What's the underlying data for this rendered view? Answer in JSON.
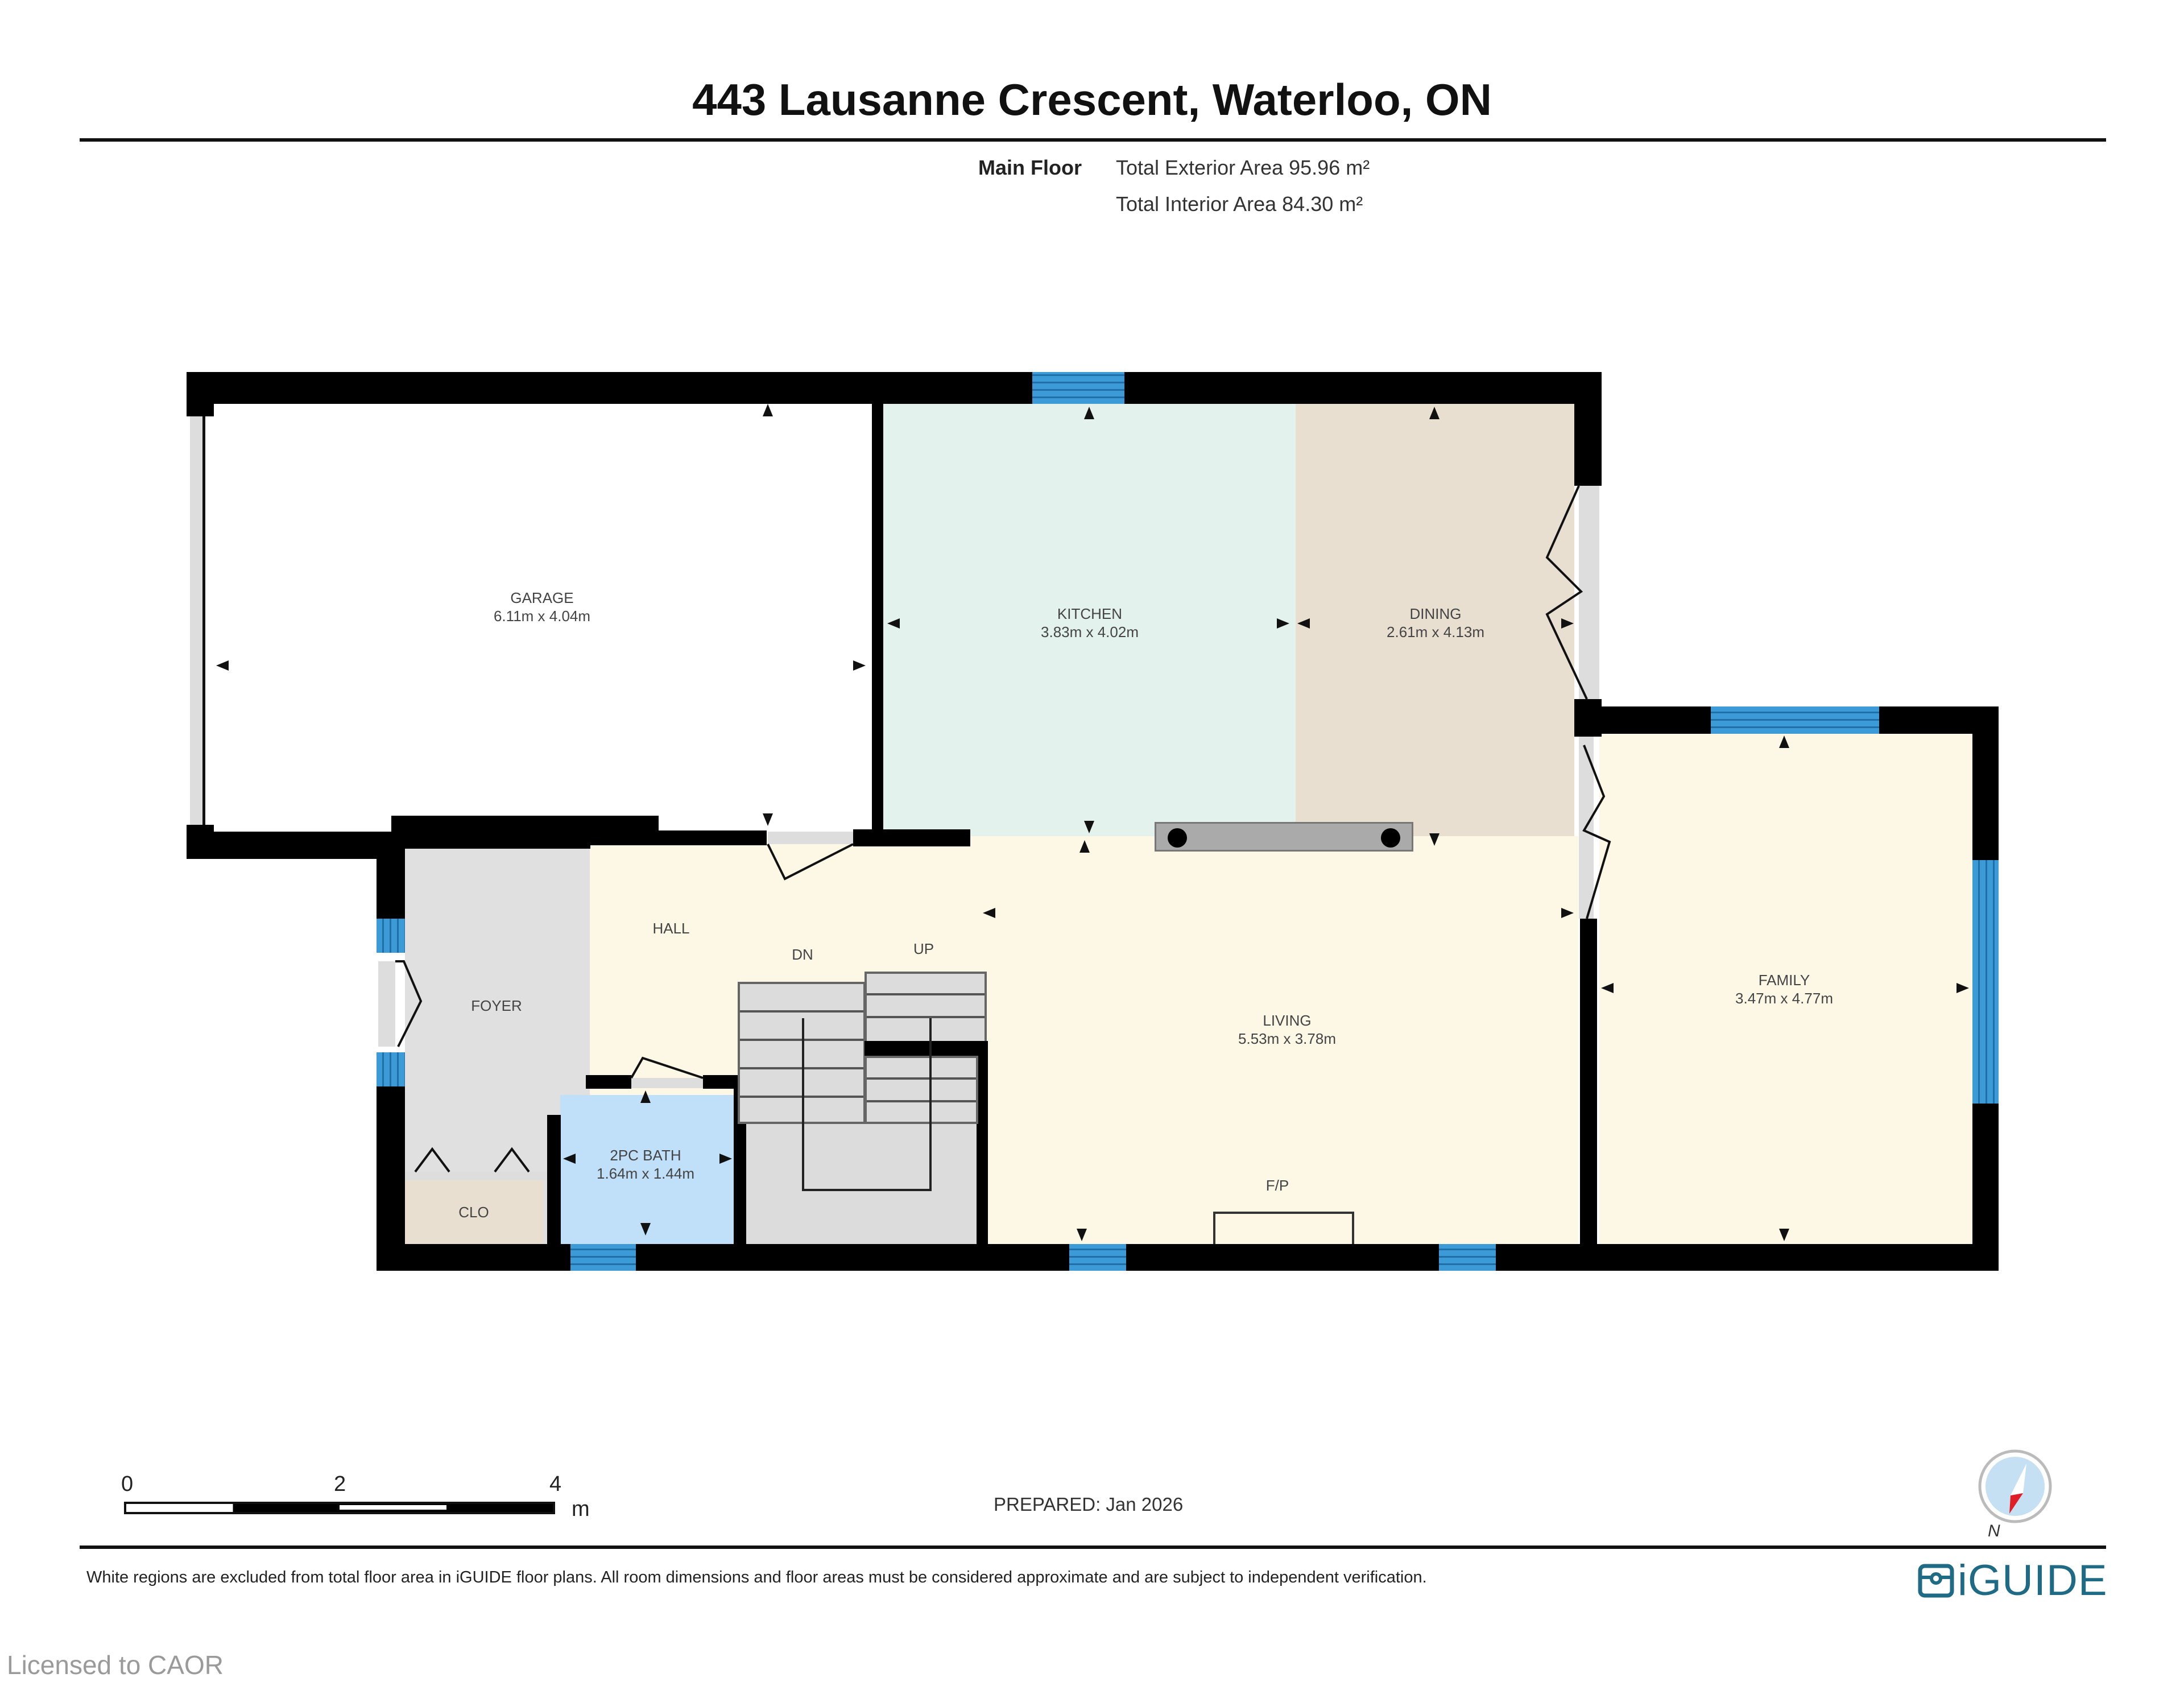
{
  "header": {
    "title": "443 Lausanne Crescent, Waterloo, ON",
    "floor_label": "Main Floor",
    "exterior_area": "Total Exterior Area 95.96 m²",
    "interior_area": "Total Interior Area 84.30 m²"
  },
  "rooms": [
    {
      "name": "GARAGE",
      "dims": "6.11m x 4.04m",
      "color": "#ffffff"
    },
    {
      "name": "KITCHEN",
      "dims": "3.83m x 4.02m",
      "color": "#e3f2ec"
    },
    {
      "name": "DINING",
      "dims": "2.61m x 4.13m",
      "color": "#e8dfd0"
    },
    {
      "name": "HALL",
      "dims": "",
      "color": "#fdf8e6"
    },
    {
      "name": "FOYER",
      "dims": "",
      "color": "#e0e0e0"
    },
    {
      "name": "LIVING",
      "dims": "5.53m x 3.78m",
      "color": "#fdf8e6"
    },
    {
      "name": "FAMILY",
      "dims": "3.47m x 4.77m",
      "color": "#fdf8e6"
    },
    {
      "name": "2PC BATH",
      "dims": "1.64m x 1.44m",
      "color": "#bfe0f8"
    },
    {
      "name": "CLO",
      "dims": "",
      "color": "#e8dfd0"
    }
  ],
  "annotations": {
    "stairs_down": "DN",
    "stairs_up": "UP",
    "fireplace": "F/P"
  },
  "scale_bar": {
    "ticks": [
      "0",
      "2",
      "4"
    ],
    "unit": "m"
  },
  "compass": {
    "label": "N"
  },
  "prepared": "PREPARED: Jan 2026",
  "footer": {
    "disclaimer": "White regions are excluded from total floor area in iGUIDE floor plans. All room dimensions and floor areas must be considered approximate and are subject to independent verification.",
    "brand": "iGUIDE",
    "license": "Licensed to CAOR"
  },
  "colors": {
    "wall": "#000000",
    "window": "#3c9bd6",
    "brand": "#1f6b86",
    "compass_needle": "#e01e25"
  }
}
